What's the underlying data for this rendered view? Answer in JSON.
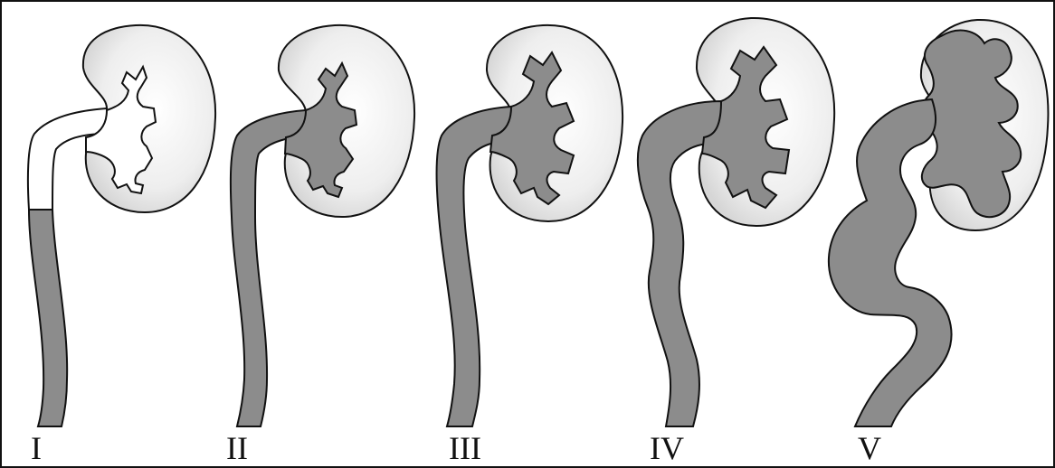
{
  "figure": {
    "grades": [
      {
        "label": "I",
        "ureter_color": "#8c8c8c",
        "kidney_fill": "#e8e8e8",
        "pelvis_fill": "#ffffff"
      },
      {
        "label": "II",
        "ureter_color": "#8c8c8c",
        "kidney_fill": "#e8e8e8",
        "pelvis_fill": "#8c8c8c"
      },
      {
        "label": "III",
        "ureter_color": "#8c8c8c",
        "kidney_fill": "#e8e8e8",
        "pelvis_fill": "#8c8c8c"
      },
      {
        "label": "IV",
        "ureter_color": "#8c8c8c",
        "kidney_fill": "#e8e8e8",
        "pelvis_fill": "#8c8c8c"
      },
      {
        "label": "V",
        "ureter_color": "#8c8c8c",
        "kidney_fill": "#e8e8e8",
        "pelvis_fill": "#8c8c8c"
      }
    ],
    "colors": {
      "contrast": "#8c8c8c",
      "outline": "#111111",
      "kidney_center": "#ffffff",
      "kidney_edge": "#dcdcdc"
    }
  }
}
